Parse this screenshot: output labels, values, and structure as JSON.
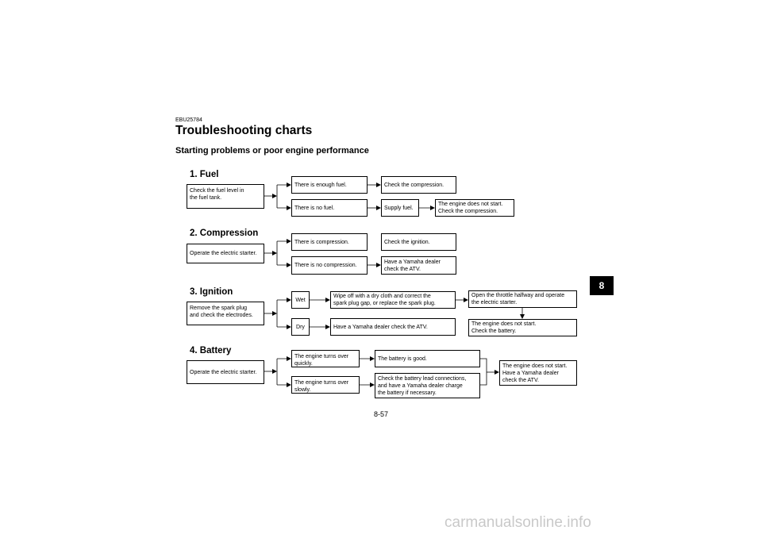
{
  "header": {
    "code": "EBU25784",
    "title": "Troubleshooting charts",
    "subtitle": "Starting problems or poor engine performance"
  },
  "sections": {
    "fuel": {
      "heading": "1. Fuel",
      "start": "Check the fuel level in\nthe fuel tank.",
      "branch1": "There is enough fuel.",
      "branch2": "There is no fuel.",
      "result1": "Check the compression.",
      "action2": "Supply fuel.",
      "result2": "The engine does not start.\nCheck the compression."
    },
    "compression": {
      "heading": "2. Compression",
      "start": "Operate the electric starter.",
      "branch1": "There is compression.",
      "branch2": "There is no compression.",
      "result1": "Check the ignition.",
      "result2": "Have a Yamaha dealer\ncheck the ATV."
    },
    "ignition": {
      "heading": "3. Ignition",
      "start": "Remove the spark plug\nand check the electrodes.",
      "branch1": "Wet",
      "branch2": "Dry",
      "action1": "Wipe off with a dry cloth and correct the\nspark plug gap, or replace the spark plug.",
      "action2": "Have a Yamaha dealer check the ATV.",
      "result1": "Open the throttle halfway and operate\nthe electric starter.",
      "result2": "The engine does not start.\nCheck the battery."
    },
    "battery": {
      "heading": "4. Battery",
      "start": "Operate the electric starter.",
      "branch1": "The engine turns over\nquickly.",
      "branch2": "The engine turns over\nslowly.",
      "result1": "The battery is good.",
      "result2": "Check the battery lead connections,\nand have a Yamaha dealer charge\nthe battery if necessary.",
      "final": "The engine does not start.\nHave a Yamaha dealer\ncheck the ATV."
    }
  },
  "chapter_tab": "8",
  "page_number": "8-57",
  "watermark": "carmanualsonline.info"
}
